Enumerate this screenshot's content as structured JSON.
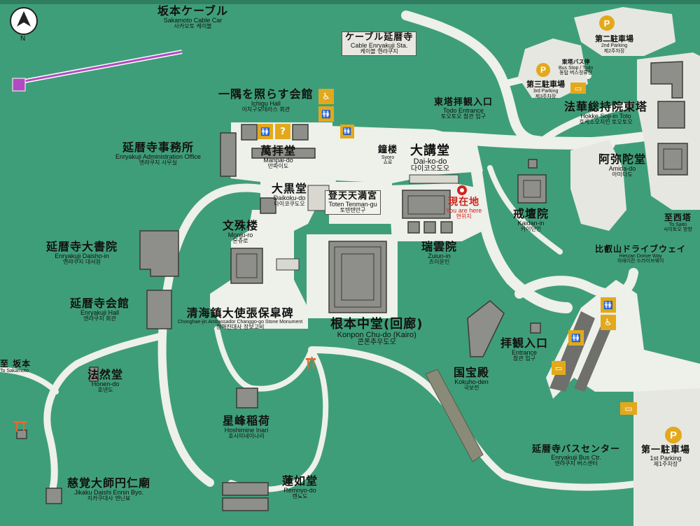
{
  "map": {
    "compass": {
      "symbol": "N"
    },
    "colors": {
      "land": "#3f9e7a",
      "road": "#eef0ea",
      "parking_area": "#e6e7e1",
      "building": "#8e8e8a",
      "accent_icon": "#e3a91c",
      "cable_line": "#b04cc0",
      "current_location": "#d0241c"
    },
    "labels": {
      "sakamoto_cable": {
        "jp": "坂本ケーブル",
        "en": "Sakamoto Cable Car",
        "ko": "사카모토 케이블"
      },
      "cable_enryakuji_sta": {
        "jp": "ケーブル延暦寺",
        "en": "Cable Enryakuji Sta.",
        "ko": "케이블 엔랴쿠지"
      },
      "ichigu_hall": {
        "jp": "一隅を照らす会館",
        "en": "Ichigu Hall",
        "ko": "이치구모데라스 회관"
      },
      "admin_office": {
        "jp": "延暦寺事務所",
        "en": "Enryakuji Administration Office",
        "ko": "엔랴쿠지 사무실"
      },
      "manpai_do": {
        "jp": "萬拝堂",
        "en": "Manpai-do",
        "ko": "만파이도"
      },
      "syoro": {
        "jp": "鐘楼",
        "en": "Syoro",
        "ko": "쇼로"
      },
      "daikodo": {
        "jp": "大講堂",
        "en": "Dai-ko-do",
        "ko": "다이코오도오"
      },
      "todo_entrance": {
        "jp": "東塔拝観入口",
        "en": "Todo Entrance",
        "ko": "토오토오 참관 입구"
      },
      "daikoku_do": {
        "jp": "大黒堂",
        "en": "Daikoku-do",
        "ko": "다이코쿠도오"
      },
      "toten_tenman_gu": {
        "jp": "登天天満宮",
        "en": "Toten Tenman-gu",
        "ko": "토텐텐만구"
      },
      "current_location": {
        "jp": "現在地",
        "en": "You are here",
        "ko": "현위치"
      },
      "monju_ro": {
        "jp": "文殊楼",
        "en": "Monju-ro",
        "ko": "몬쥬로"
      },
      "daisho_in": {
        "jp": "延暦寺大書院",
        "en": "Enryakuji Daisho-in",
        "ko": "엔랴쿠지 대서원"
      },
      "enryakuji_hall": {
        "jp": "延暦寺会館",
        "en": "Enryakuji Hall",
        "ko": "엔랴쿠지 회관"
      },
      "zuiun_in": {
        "jp": "瑞雲院",
        "en": "Zuiun-in",
        "ko": "즈이운인"
      },
      "kaidan_in": {
        "jp": "戒壇院",
        "en": "Kaidan-in",
        "ko": "카이단인"
      },
      "chonghae": {
        "jp": "清海鎮大使張保皐碑",
        "en": "Chonghae-jin Ambassador Changgo-go Stone Monument",
        "ko": "청해진대사 장보고비"
      },
      "konpon_chudo": {
        "jp": "根本中堂(回廊)",
        "en": "Konpon Chu-do (Kairo)",
        "ko": "콘폰추우도오"
      },
      "kokuho_den": {
        "jp": "国宝殿",
        "en": "Kokuho-den",
        "ko": "국보전"
      },
      "entrance": {
        "jp": "拝観入口",
        "en": "Entrance",
        "ko": "참관 입구"
      },
      "honen_do": {
        "jp": "法然堂",
        "en": "Honen-do",
        "ko": "호넨도"
      },
      "hoshimine_inari": {
        "jp": "星峰稲荷",
        "en": "Hoshimine Inari",
        "ko": "호시미네이나리"
      },
      "jikaku_daishi": {
        "jp": "慈覚大師円仁廟",
        "en": "Jikaku Daishi Ennin Byo.",
        "ko": "지카쿠대사 엔닌뵤"
      },
      "renyo_do": {
        "jp": "蓮如堂",
        "en": "Remnyo-do",
        "ko": "렌뇨도"
      },
      "to_sakamoto": {
        "jp": "至 坂本",
        "en": "To Sakamoto"
      },
      "hokke_sojiin": {
        "jp": "法華総持院東塔",
        "en": "Hokke Soji-in Toto",
        "ko": "호케소오지인 토오토오"
      },
      "amida_do": {
        "jp": "阿弥陀堂",
        "en": "Amida-do",
        "ko": "아미다도"
      },
      "to_saito": {
        "jp": "至西塔",
        "en": "To Saito",
        "ko": "사이토오 방향"
      },
      "driveway": {
        "jp": "比叡山ドライブウェイ",
        "en": "Hieizan Dorive Way",
        "ko": "히에이잔 드라이브웨이"
      },
      "bus_center": {
        "jp": "延暦寺バスセンター",
        "en": "Enryakuji Bus Ctr.",
        "ko": "엔랴쿠지 버스센터"
      },
      "parking1": {
        "jp": "第一駐車場",
        "en": "1st Parking",
        "ko": "제1주차장"
      },
      "parking2": {
        "jp": "第二駐車場",
        "en": "2nd Parking",
        "ko": "제2주차장"
      },
      "parking3": {
        "jp": "第三駐車場",
        "en": "3rd Parking",
        "ko": "제3주차장"
      },
      "todo_bus_stop": {
        "jp": "東塔バス停",
        "en": "Bus Stop / Todo",
        "ko": "동탑 버스정류장"
      }
    },
    "icons": {
      "parking_letter": "P",
      "info_letter": "?",
      "wheelchair_glyph": "♿",
      "toilet_glyph": "🚻",
      "bus_glyph": "▭",
      "torii_glyph": "⛩"
    }
  }
}
